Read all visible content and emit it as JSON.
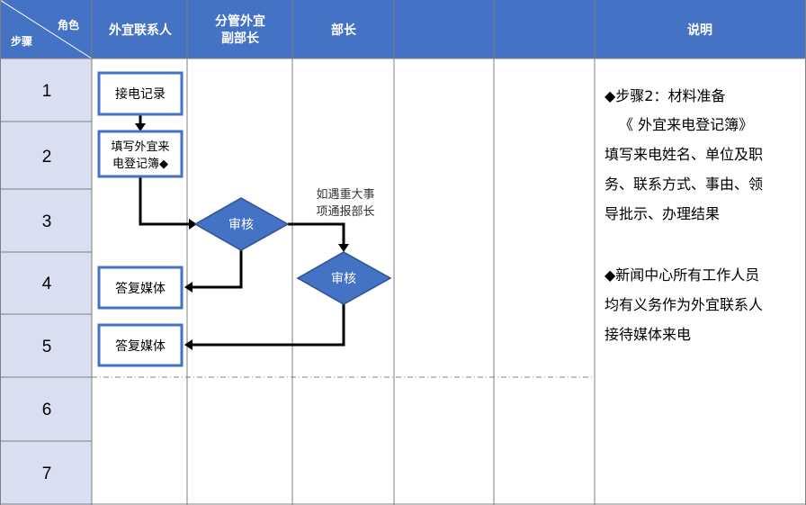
{
  "header": {
    "corner_role": "角色",
    "corner_step": "步骤",
    "columns": [
      {
        "lines": [
          "外宜联系人"
        ]
      },
      {
        "lines": [
          "分管外宜",
          "副部长"
        ]
      },
      {
        "lines": [
          "部长"
        ]
      },
      {
        "lines": [
          ""
        ]
      },
      {
        "lines": [
          ""
        ]
      },
      {
        "lines": [
          "说明"
        ]
      }
    ]
  },
  "steps": [
    "1",
    "2",
    "3",
    "4",
    "5",
    "6",
    "7"
  ],
  "nodes": {
    "answer_call": "接电记录",
    "fill_register": [
      "填写外宜来",
      "电登记簿◆"
    ],
    "review_vice": "审核",
    "reply_media_1": "答复媒体",
    "review_minister": "审核",
    "reply_media_2": "答复媒体"
  },
  "notes": {
    "report_minister": [
      "如遇重大事",
      "项通报部长"
    ]
  },
  "description": [
    "◆步骤2：材料准备",
    "《 外宜来电登记簿》",
    "填写来电姓名、单位及职",
    "务、联系方式、事由、领",
    "导批示、办理结果",
    "",
    "◆新闻中心所有工作人员",
    "均有义务作为外宜联系人",
    "接待媒体来电"
  ],
  "colors": {
    "header_bg": "#4472c4",
    "step_cell": "#d9dff0",
    "grid": "#7f7f7f",
    "box_border": "#4472c4",
    "diamond_fill": "#4472c4",
    "diamond_stroke": "#2f528f",
    "connector": "#000000"
  }
}
